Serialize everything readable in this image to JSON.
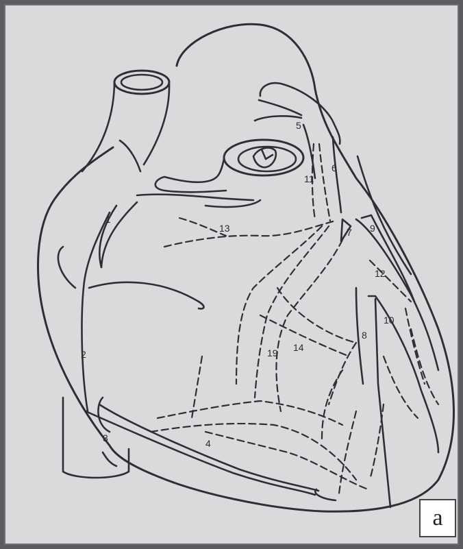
{
  "figure": {
    "panel_label": "a",
    "labels": [
      "1",
      "2",
      "3",
      "4",
      "5",
      "6",
      "7",
      "8",
      "9",
      "10",
      "11",
      "12",
      "13",
      "14",
      "19"
    ]
  },
  "colors": {
    "background": "#d9dadb",
    "outline": "#2e2f33",
    "frame": "#5a5c62"
  }
}
